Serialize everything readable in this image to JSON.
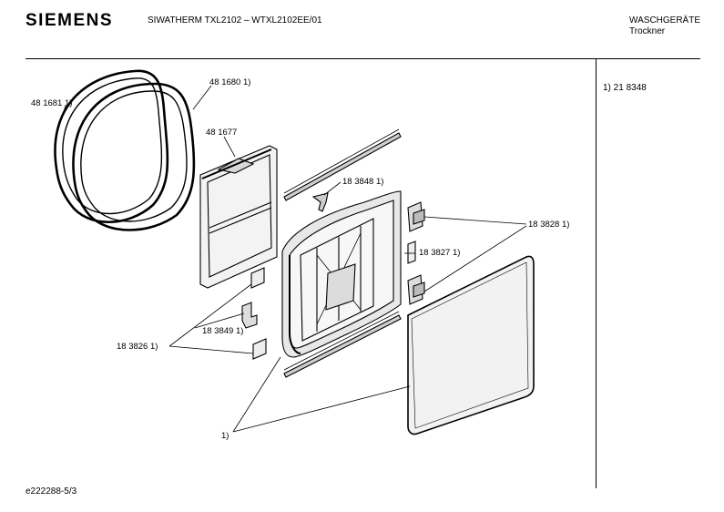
{
  "header": {
    "brand": "SIEMENS",
    "model": "SIWATHERM TXL2102 – WTXL2102EE/01",
    "category": "WASCHGERÄTE",
    "subcategory": "Trockner"
  },
  "side_note": "1) 21 8348",
  "footer": "e222288-5/3",
  "callouts": [
    {
      "id": "c481681",
      "text": "48 1681 1)"
    },
    {
      "id": "c481680",
      "text": "48 1680 1)"
    },
    {
      "id": "c481677",
      "text": "48 1677"
    },
    {
      "id": "c183848",
      "text": "18 3848 1)"
    },
    {
      "id": "c183828",
      "text": "18 3828 1)"
    },
    {
      "id": "c183827",
      "text": "18 3827 1)"
    },
    {
      "id": "c183849",
      "text": "18 3849 1)"
    },
    {
      "id": "c183826",
      "text": "18 3826 1)"
    },
    {
      "id": "c1",
      "text": "1)"
    }
  ]
}
